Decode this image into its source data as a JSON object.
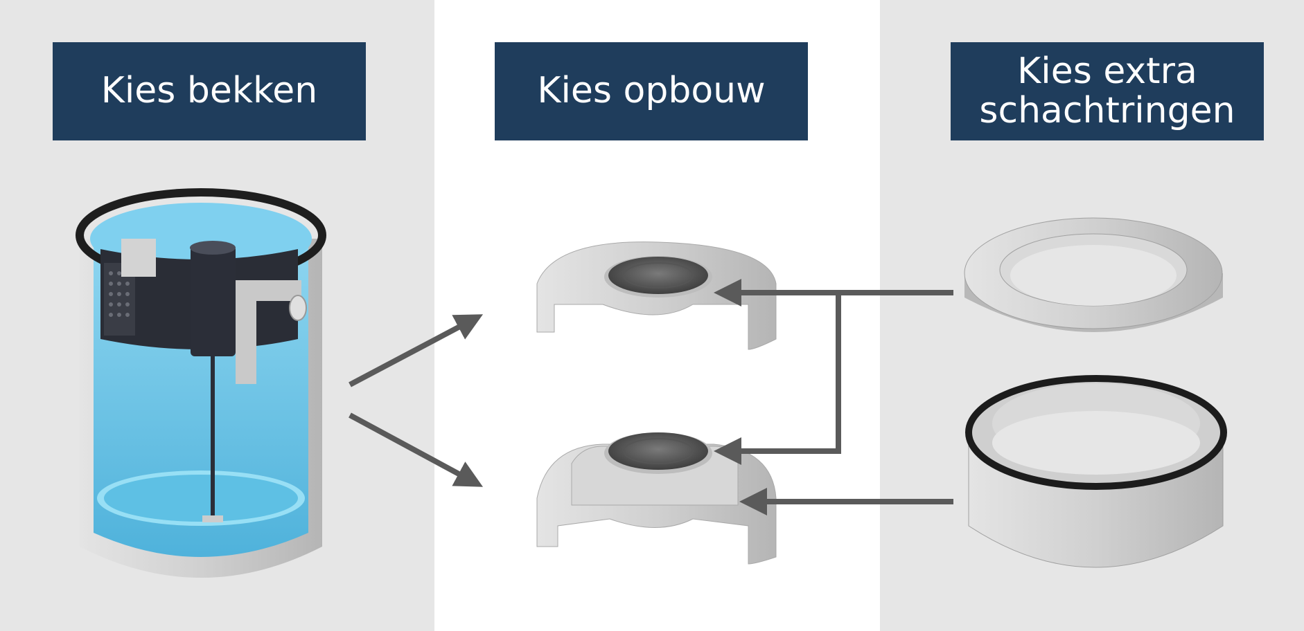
{
  "steps": [
    {
      "id": "basin",
      "label": "Kies bekken"
    },
    {
      "id": "build-up",
      "label": "Kies opbouw"
    },
    {
      "id": "rings",
      "label_line1": "Kies extra",
      "label_line2": "schachtringen"
    }
  ],
  "colors": {
    "label_background": "#1f3d5c",
    "label_text": "#ffffff",
    "panel_grey": "#e6e6e6",
    "panel_white": "#ffffff",
    "arrow": "#5a5a5a",
    "concrete": "#cfcfcf",
    "water": "#6fc8e6",
    "insert": "#2a2d36"
  },
  "icons": [
    "basin-cutaway-icon",
    "cover-plate-icon",
    "cover-plate-with-ring-icon",
    "adjustment-ring-icon",
    "shaft-ring-icon"
  ]
}
